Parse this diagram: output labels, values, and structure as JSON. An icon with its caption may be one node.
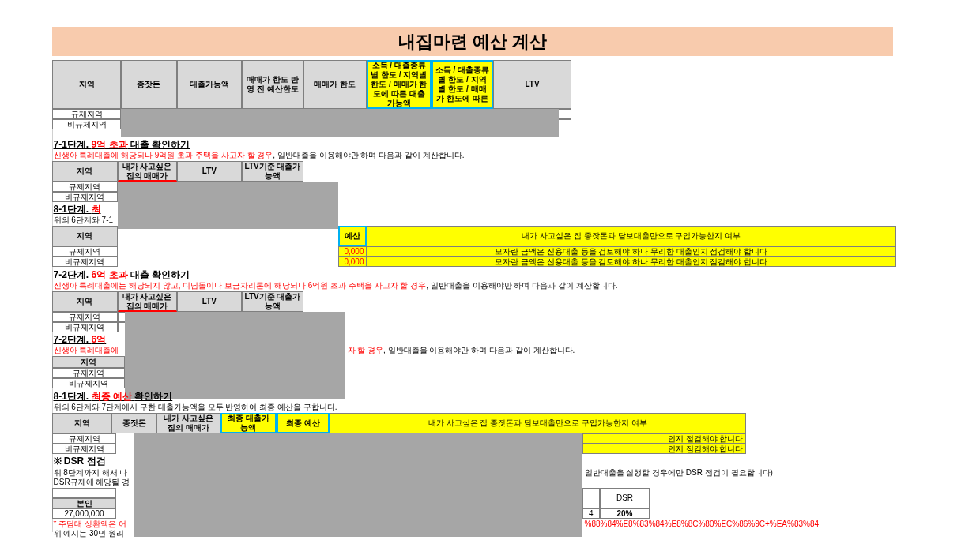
{
  "diagram": {
    "title": "내집마련 예산 계산",
    "labels": [
      "지역",
      "종잣돈",
      "대출가능액",
      "매매가 한도 반영 전 예산한도",
      "매매가 한도",
      "소득 / 대출종류별 한도 / 지역별 한도 / 매매가 한도에 따른 대출가능액",
      "소득 / 대출종류별 한도 / 지역별 한도 / 매매가 한도에 따른",
      "LTV",
      "규제지역",
      "비규제지역",
      "7-1단계.",
      "9억 초과",
      "대출 확인하기",
      "신생아 특례대출에 해당되나 9억원 초과 주택을 사고자 할 경우",
      ", 일반대출을 이용해야만 하며 다음과 같이 계산합니다.",
      "지역",
      "내가 사고싶은 집의 매매가",
      "LTV",
      "LTV기준 대출가능액",
      "규제지역",
      "비규제지역",
      "8-1단계.",
      "최",
      "위의 6단계와 7-1",
      "지역",
      "예산",
      "내가 사고싶은 집 종잣돈과 담보대출만으로 구입가능한지 여부",
      "규제지역",
      "0,000",
      "모자란 금액은 신용대출 등을 검토해야 하나 무리한 대출인지 점검해야 합니다",
      "비규제지역",
      "0,000",
      "모자란 금액은 신용대출 등을 검토해야 하나 무리한 대출인지 점검해야 합니다",
      "7-2단계.",
      "6억 초과",
      "대출 확인하기",
      "신생아 특례대출에는 해당되지 않고, 디딤돌이나 보금자리론에 해당되나 6억원 초과 주택을 사고자 할 경우",
      ", 일반대출을 이용해야만 하며 다음과 같이 계산합니다.",
      "지역",
      "내가 사고싶은 집의 매매가",
      "LTV",
      "LTV기준 대출가능액",
      "규제지역",
      "비규제지역",
      "7-2단계.",
      "6억",
      "신생아 특례대출에",
      "자 할 경우",
      ", 일반대출을 이용해야만 하며 다음과 같이 계산합니다.",
      "지역",
      "규제지역",
      "비규제지역",
      "8-1단계.",
      "최종 예산",
      "확인하기",
      "위의 6단계와 7단계에서 구한 대출가능액을 모두 반영하여 최종 예산을 구합니다.",
      "지역",
      "종잣돈",
      "내가 사고싶은 집의 매매가",
      "최종 대출가능액",
      "최종 예산",
      "내가 사고싶은 집 종잣돈과 담보대출만으로 구입가능한지 여부",
      "규제지역",
      "인지 점검해야 합니다",
      "비규제지역",
      "인지 점검해야 합니다",
      "※ DSR 점검",
      "위 8단계까지 해서 나",
      "일반대출을 실행할 경우에만 DSR 점검이 필요합니다)",
      "DSR규제에 해당될 경",
      "본인",
      "DSR",
      "27,000,000",
      "4",
      "20%",
      "* 주담대 상환액은 어",
      "%88%84%E8%83%84%E8%8C%80%EC%86%9C+%EA%83%84",
      "위 예시는 30년 원리"
    ]
  }
}
